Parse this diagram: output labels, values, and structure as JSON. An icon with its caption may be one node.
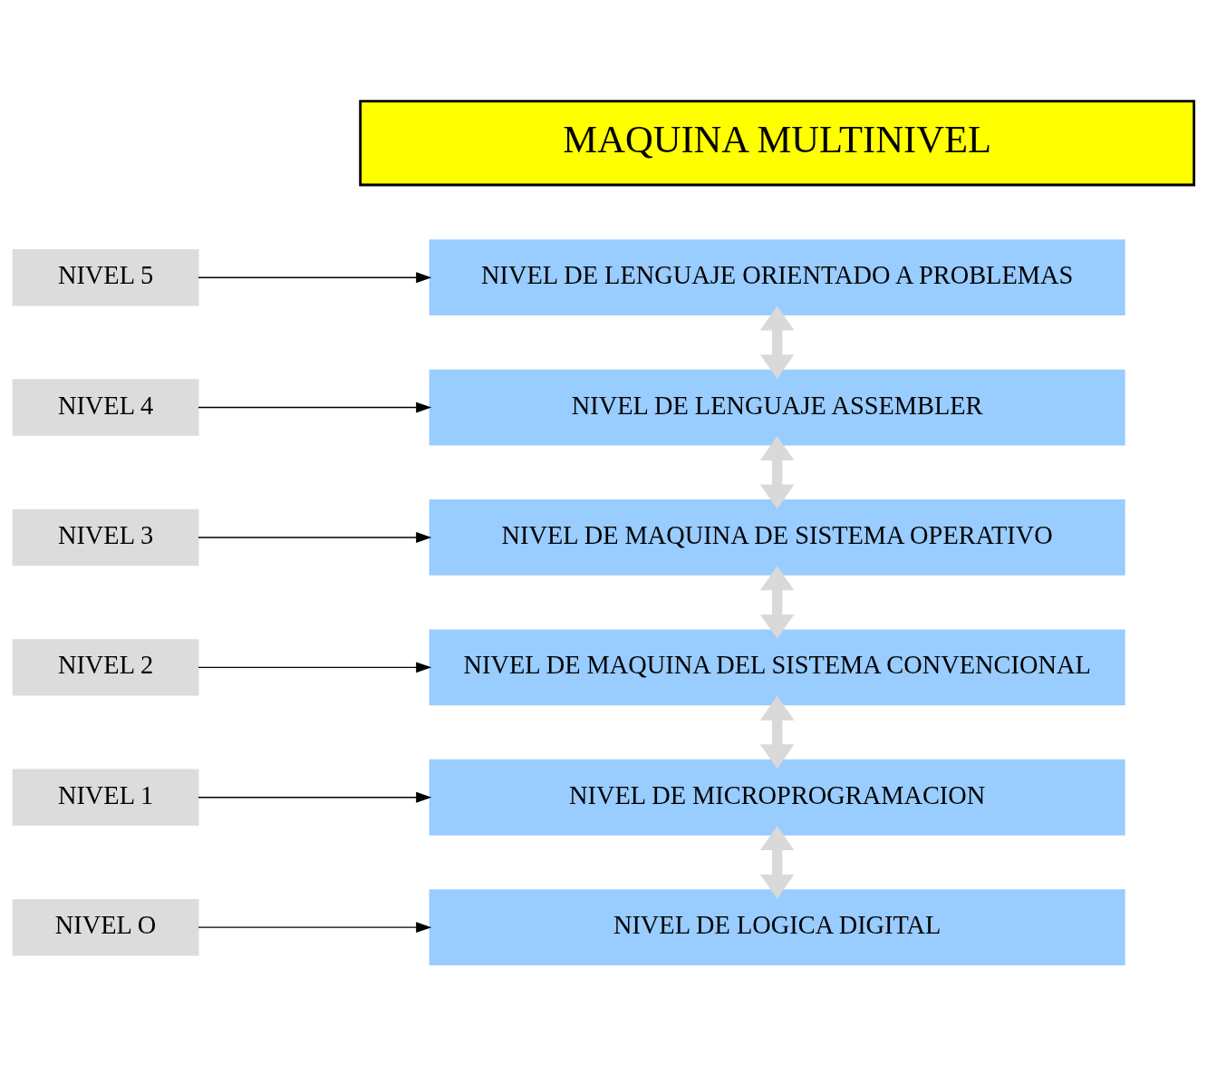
{
  "diagram": {
    "nodes": [
      {
        "text": [
          "MAQUINA MULTINIVEL"
        ]
      },
      {
        "text": [
          "NIVEL 5"
        ]
      },
      {
        "text": [
          "NIVEL DE LENGUAJE ORIENTADO A PROBLEMAS"
        ]
      },
      {
        "text": [
          "NIVEL 4"
        ]
      },
      {
        "text": [
          "NIVEL DE LENGUAJE ASSEMBLER"
        ]
      },
      {
        "text": [
          "NIVEL 3"
        ]
      },
      {
        "text": [
          "NIVEL DE MAQUINA DE SISTEMA OPERATIVO"
        ]
      },
      {
        "text": [
          "NIVEL 2"
        ]
      },
      {
        "text": [
          "NIVEL DE MAQUINA DEL SISTEMA CONVENCIONAL"
        ]
      },
      {
        "text": [
          "NIVEL 1"
        ]
      },
      {
        "text": [
          "NIVEL DE MICROPROGRAMACION"
        ]
      },
      {
        "text": [
          "NIVEL O"
        ]
      },
      {
        "text": [
          "NIVEL DE LOGICA DIGITAL"
        ]
      }
    ],
    "edges": [
      {
        "from": 1,
        "to": 2,
        "arrow": "to"
      },
      {
        "from": 3,
        "to": 4,
        "arrow": "to"
      },
      {
        "from": 5,
        "to": 6,
        "arrow": "to"
      },
      {
        "from": 7,
        "to": 8,
        "arrow": "to"
      },
      {
        "from": 9,
        "to": 10,
        "arrow": "to"
      },
      {
        "from": 11,
        "to": 12,
        "arrow": "to"
      },
      {
        "from": 2,
        "to": 4,
        "arrow": "both",
        "style": "thick",
        "color": "#d9d9d9"
      },
      {
        "from": 4,
        "to": 6,
        "arrow": "both",
        "style": "thick",
        "color": "#d9d9d9"
      },
      {
        "from": 6,
        "to": 8,
        "arrow": "both",
        "style": "thick",
        "color": "#d9d9d9"
      },
      {
        "from": 8,
        "to": 10,
        "arrow": "both",
        "style": "thick",
        "color": "#d9d9d9"
      },
      {
        "from": 10,
        "to": 12,
        "arrow": "both",
        "style": "thick",
        "color": "#d9d9d9"
      }
    ]
  }
}
